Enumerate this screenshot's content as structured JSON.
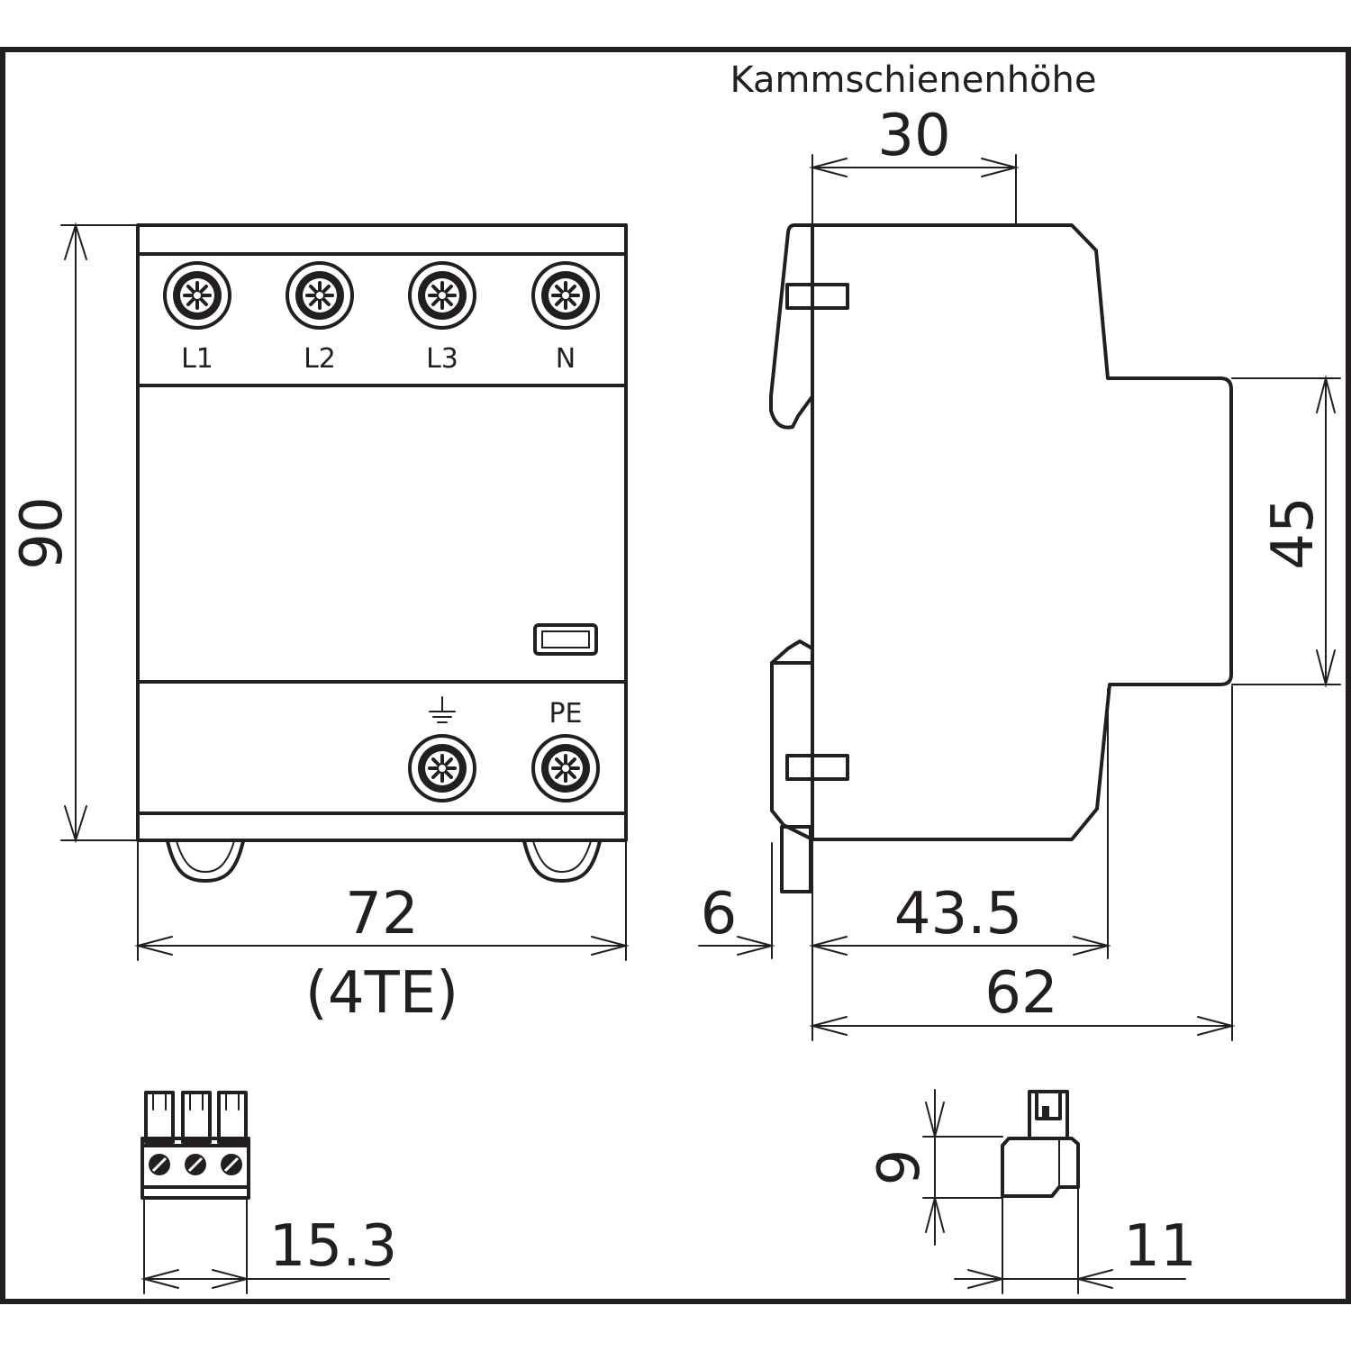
{
  "colors": {
    "line": "#231f20",
    "background": "#ffffff"
  },
  "front_view": {
    "terminal_labels": [
      "L1",
      "L2",
      "L3",
      "N"
    ],
    "earth_label": "⏚",
    "pe_label": "PE"
  },
  "side_view": {
    "busbar_label": "Kammschienenhöhe"
  },
  "dimensions": {
    "height": "90",
    "width": "72",
    "width_units": "(4TE)",
    "busbar_height": "30",
    "rail_height": "45",
    "rail_offset": "6",
    "depth_body": "43.5",
    "depth_total": "62",
    "connector_width": "15.3",
    "plug_height": "9",
    "plug_depth": "11"
  },
  "icons": [
    "screw-terminal-icon",
    "earth-symbol-icon",
    "status-window-icon"
  ]
}
